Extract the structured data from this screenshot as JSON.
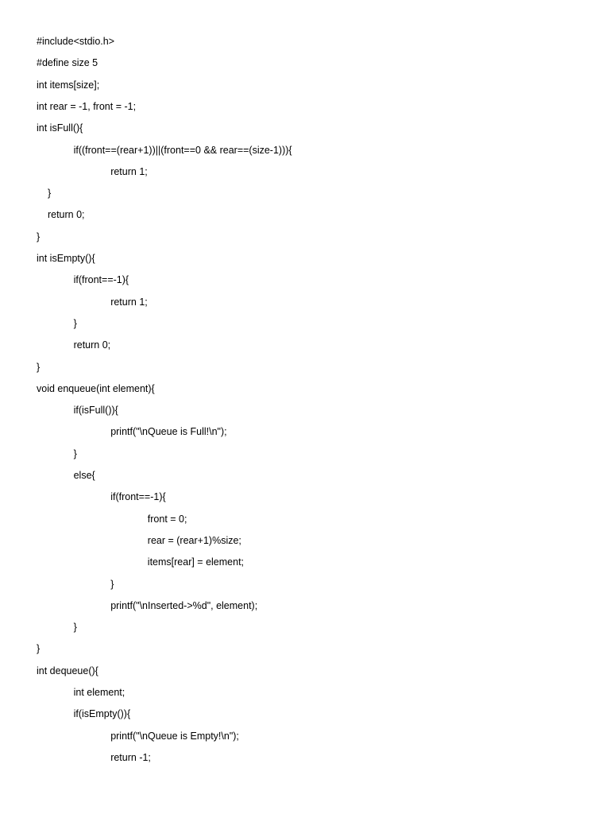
{
  "document": {
    "lines": [
      {
        "text": "#include<stdio.h>",
        "indent": 0
      },
      {
        "text": "#define size 5",
        "indent": 0
      },
      {
        "text": "int items[size];",
        "indent": 0
      },
      {
        "text": "int rear = -1, front = -1;",
        "indent": 0
      },
      {
        "text": "int isFull(){",
        "indent": 0
      },
      {
        "text": "if((front==(rear+1))||(front==0 && rear==(size-1))){",
        "indent": 1
      },
      {
        "text": "return 1;",
        "indent": 2
      },
      {
        "text": "}",
        "indent": 0.3
      },
      {
        "text": "return 0;",
        "indent": 0.3
      },
      {
        "text": "}",
        "indent": 0
      },
      {
        "text": "int isEmpty(){",
        "indent": 0
      },
      {
        "text": "if(front==-1){",
        "indent": 1
      },
      {
        "text": "return 1;",
        "indent": 2
      },
      {
        "text": "}",
        "indent": 1
      },
      {
        "text": "return 0;",
        "indent": 1
      },
      {
        "text": "}",
        "indent": 0
      },
      {
        "text": "void enqueue(int element){",
        "indent": 0
      },
      {
        "text": "if(isFull()){",
        "indent": 1
      },
      {
        "text": "printf(\"\\nQueue is Full!\\n\");",
        "indent": 2
      },
      {
        "text": "}",
        "indent": 1
      },
      {
        "text": "else{",
        "indent": 1
      },
      {
        "text": "if(front==-1){",
        "indent": 2
      },
      {
        "text": "front = 0;",
        "indent": 3
      },
      {
        "text": "rear = (rear+1)%size;",
        "indent": 3
      },
      {
        "text": "items[rear] = element;",
        "indent": 3
      },
      {
        "text": "}",
        "indent": 2
      },
      {
        "text": "printf(\"\\nInserted->%d\", element);",
        "indent": 2
      },
      {
        "text": "}",
        "indent": 1
      },
      {
        "text": "}",
        "indent": 0
      },
      {
        "text": "int dequeue(){",
        "indent": 0
      },
      {
        "text": "int element;",
        "indent": 1
      },
      {
        "text": "if(isEmpty()){",
        "indent": 1
      },
      {
        "text": "printf(\"\\nQueue is Empty!\\n\");",
        "indent": 2
      },
      {
        "text": "return -1;",
        "indent": 2
      }
    ]
  }
}
